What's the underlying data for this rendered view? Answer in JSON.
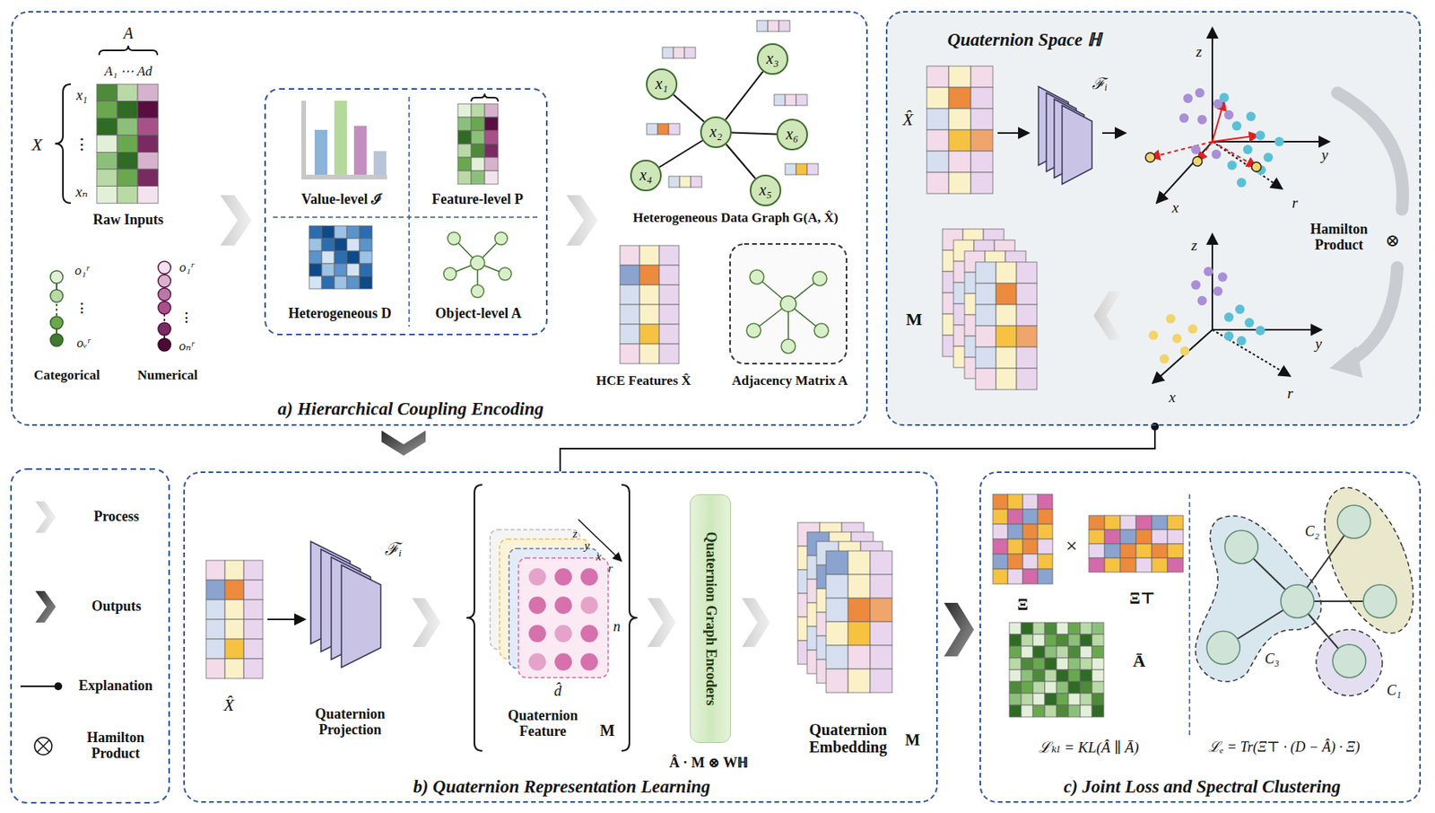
{
  "diagram": {
    "nodes": [
      {
        "text": [
          "a) Hierarchical Coupling Encoding"
        ]
      },
      {
        "text": [
          "x₁"
        ],
        "in": 0
      },
      {
        "text": [
          "x₂"
        ],
        "in": 0
      },
      {
        "text": [
          "x₃"
        ],
        "in": 0
      },
      {
        "text": [
          "x₄"
        ],
        "in": 0
      },
      {
        "text": [
          "x₅"
        ],
        "in": 0
      },
      {
        "text": [
          "x₆"
        ],
        "in": 0
      },
      {
        "text": [
          "Quaternion Space ℍ"
        ]
      },
      {
        "text": [
          "b) Quaternion Representation Learning"
        ]
      },
      {
        "text": [
          "Quaternion Graph Encoders"
        ],
        "in": 8
      },
      {
        "text": [
          "c) Joint Loss and Spectral Clustering"
        ]
      }
    ],
    "edges": [
      {
        "from": 2,
        "to": 1,
        "arrow": "none"
      },
      {
        "from": 2,
        "to": 3,
        "arrow": "none"
      },
      {
        "from": 2,
        "to": 4,
        "arrow": "none"
      },
      {
        "from": 2,
        "to": 5,
        "arrow": "none"
      },
      {
        "from": 2,
        "to": 6,
        "arrow": "none"
      },
      {
        "from": 7,
        "to": 8,
        "arrow": "none"
      }
    ],
    "labels": [
      "A",
      "A₁ ⋯ Ad",
      "X",
      "x₁",
      "⋮",
      "xₙ",
      "Raw Inputs",
      "o₁ʳ",
      "⋮",
      "oᵥʳ",
      "o₁ʳ",
      "⋮",
      "oₙʳ",
      "Categorical",
      "Numerical",
      "Value-level ℐ",
      "Feature-level P",
      "Heterogeneous D",
      "Object-level A",
      "Heterogeneous Data Graph G(A, X̂)",
      "HCE Features X̂",
      "Adjacency Matrix A",
      "X̂",
      "ℱᵢ",
      "z",
      "y",
      "x",
      "r",
      "Hamilton Product",
      "⊗",
      "z",
      "y",
      "x",
      "r",
      "M",
      "X̂",
      "ℱᵢ",
      "Quaternion Projection",
      "z",
      "y",
      "x",
      "r",
      "n",
      "d̂",
      "Quaternion Feature",
      "M",
      "Â · M ⊗ Wℍ",
      "Quaternion Embedding",
      "M",
      "Ξ",
      "×",
      "Ξ⊤",
      "Ā",
      "ℒₖₗ = KL(Â ∥ Ā)",
      "C₂",
      "C₃",
      "C₁",
      "ℒₑ = Tr(Ξ⊤ · (D − Â) · Ξ)"
    ],
    "legend": [
      {
        "text": "Process"
      },
      {
        "text": "Outputs"
      },
      {
        "text": "Explanation"
      },
      {
        "text": "Hamilton Product"
      }
    ]
  }
}
